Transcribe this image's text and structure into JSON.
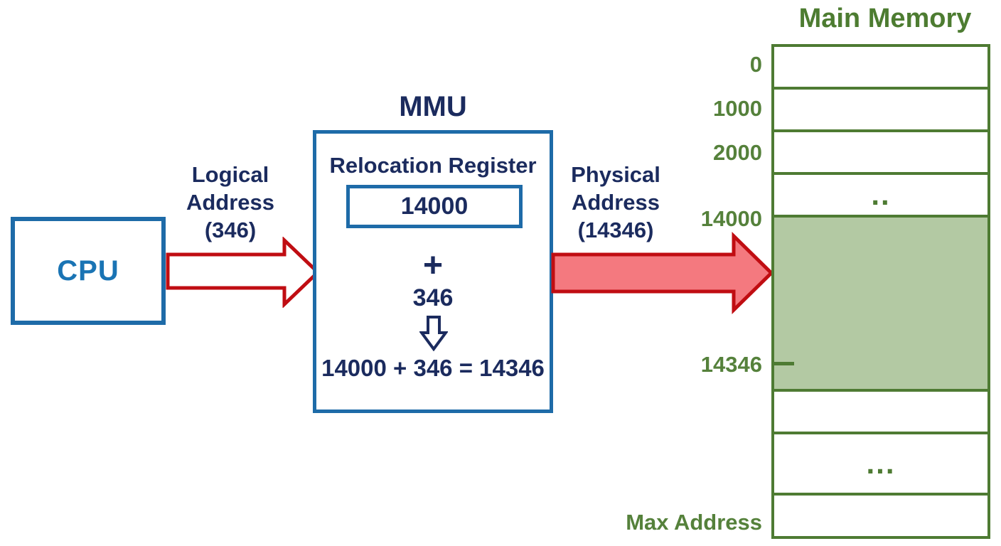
{
  "cpu": {
    "label": "CPU"
  },
  "logical_address": {
    "lines": [
      "Logical",
      "Address",
      "(346)"
    ]
  },
  "mmu": {
    "title": "MMU",
    "register_label": "Relocation Register",
    "register_value": "14000",
    "plus_sign": "+",
    "offset_value": "346",
    "equation": "14000 + 346 = 14346"
  },
  "physical_address": {
    "lines": [
      "Physical",
      "Address",
      "(14346)"
    ]
  },
  "main_memory": {
    "title": "Main Memory",
    "address_labels": [
      "0",
      "1000",
      "2000",
      "14000",
      "14346",
      "Max Address"
    ],
    "row_contents": [
      "",
      "",
      "",
      "..",
      "",
      "",
      "...",
      ""
    ]
  },
  "colors": {
    "blue_border": "#1e6ba8",
    "cpu_text_blue": "#1a74b4",
    "navy_text": "#1b2b5e",
    "red_outline": "#c00d12",
    "red_fill": "#f4797f",
    "green_border": "#4e7b33",
    "green_fill": "#b3c9a3",
    "green_label": "#55813b",
    "green_title": "#4d7c31"
  }
}
